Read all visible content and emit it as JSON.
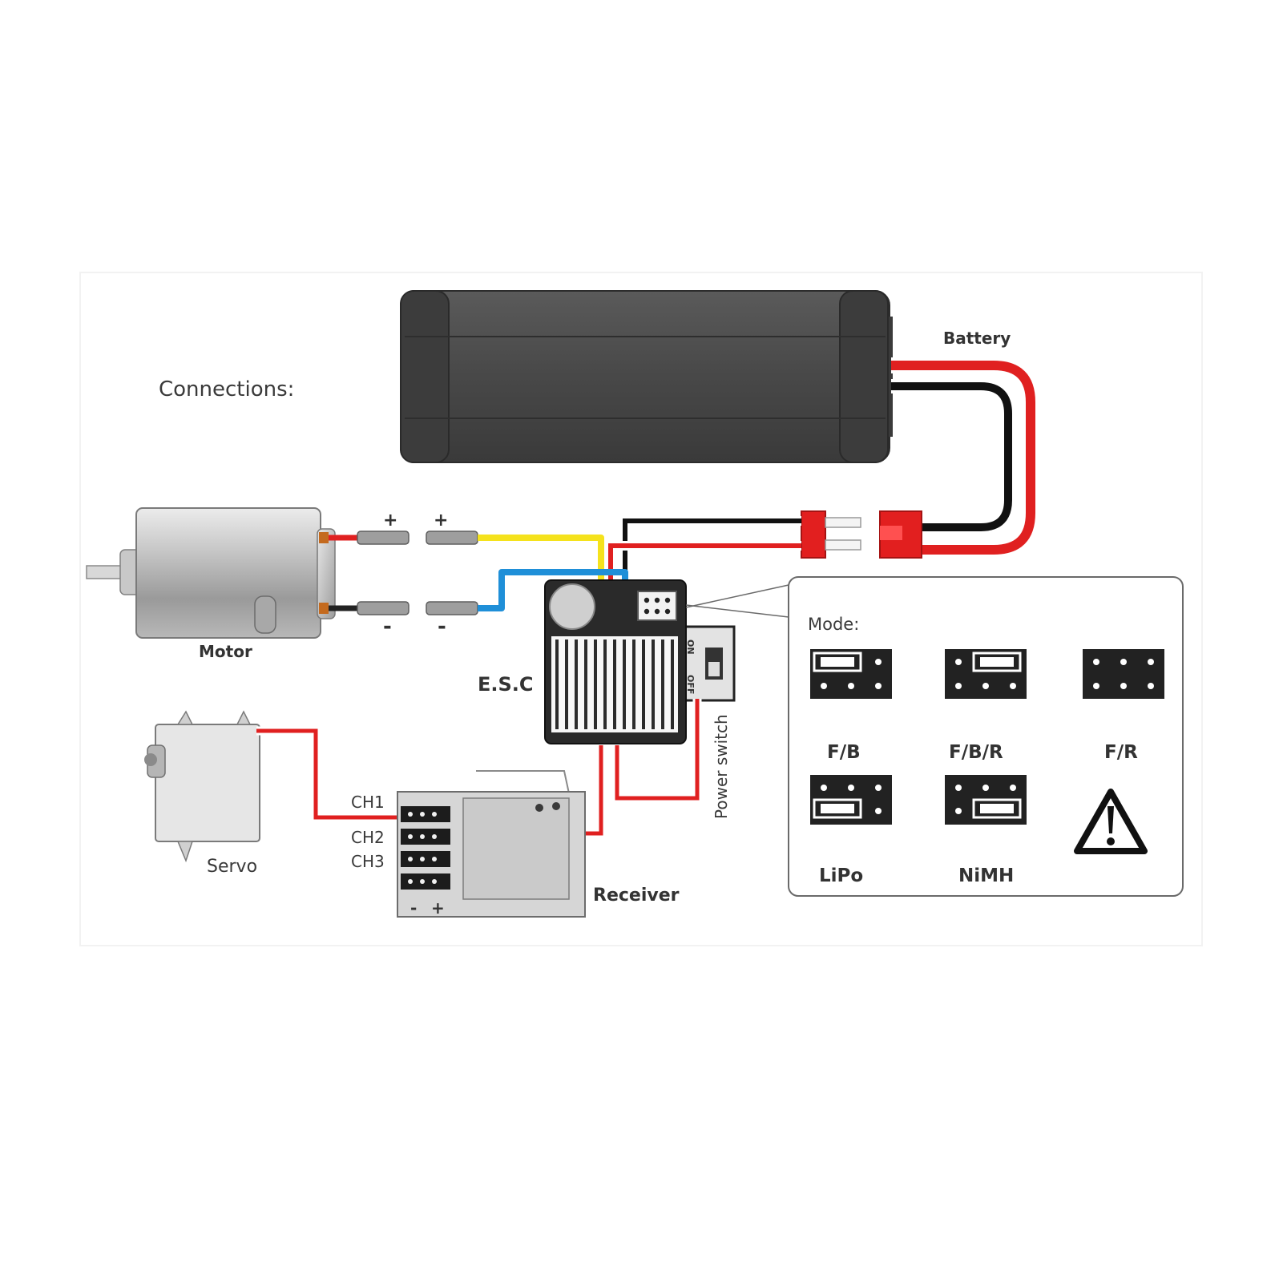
{
  "diagram": {
    "title": "Connections:",
    "components": {
      "battery": "Battery",
      "motor": "Motor",
      "esc": "E.S.C",
      "servo": "Servo",
      "receiver": "Receiver",
      "power_switch": "Power switch"
    },
    "polarity": {
      "plus": "+",
      "minus": "-"
    },
    "switch_states": {
      "on": "ON",
      "off": "OFF"
    },
    "receiver_channels": [
      "CH1",
      "CH2",
      "CH3"
    ],
    "mode_panel": {
      "title": "Mode:",
      "modes": [
        "F/B",
        "F/B/R",
        "F/R"
      ],
      "battery_types": [
        "LiPo",
        "NiMH"
      ],
      "warning_icon": "warning-triangle-icon"
    }
  },
  "colors": {
    "red_wire": "#e02020",
    "black_wire": "#111111",
    "yellow_wire": "#f5e21c",
    "blue_wire": "#1f8fd8",
    "battery_body": "#4a4a4a"
  }
}
